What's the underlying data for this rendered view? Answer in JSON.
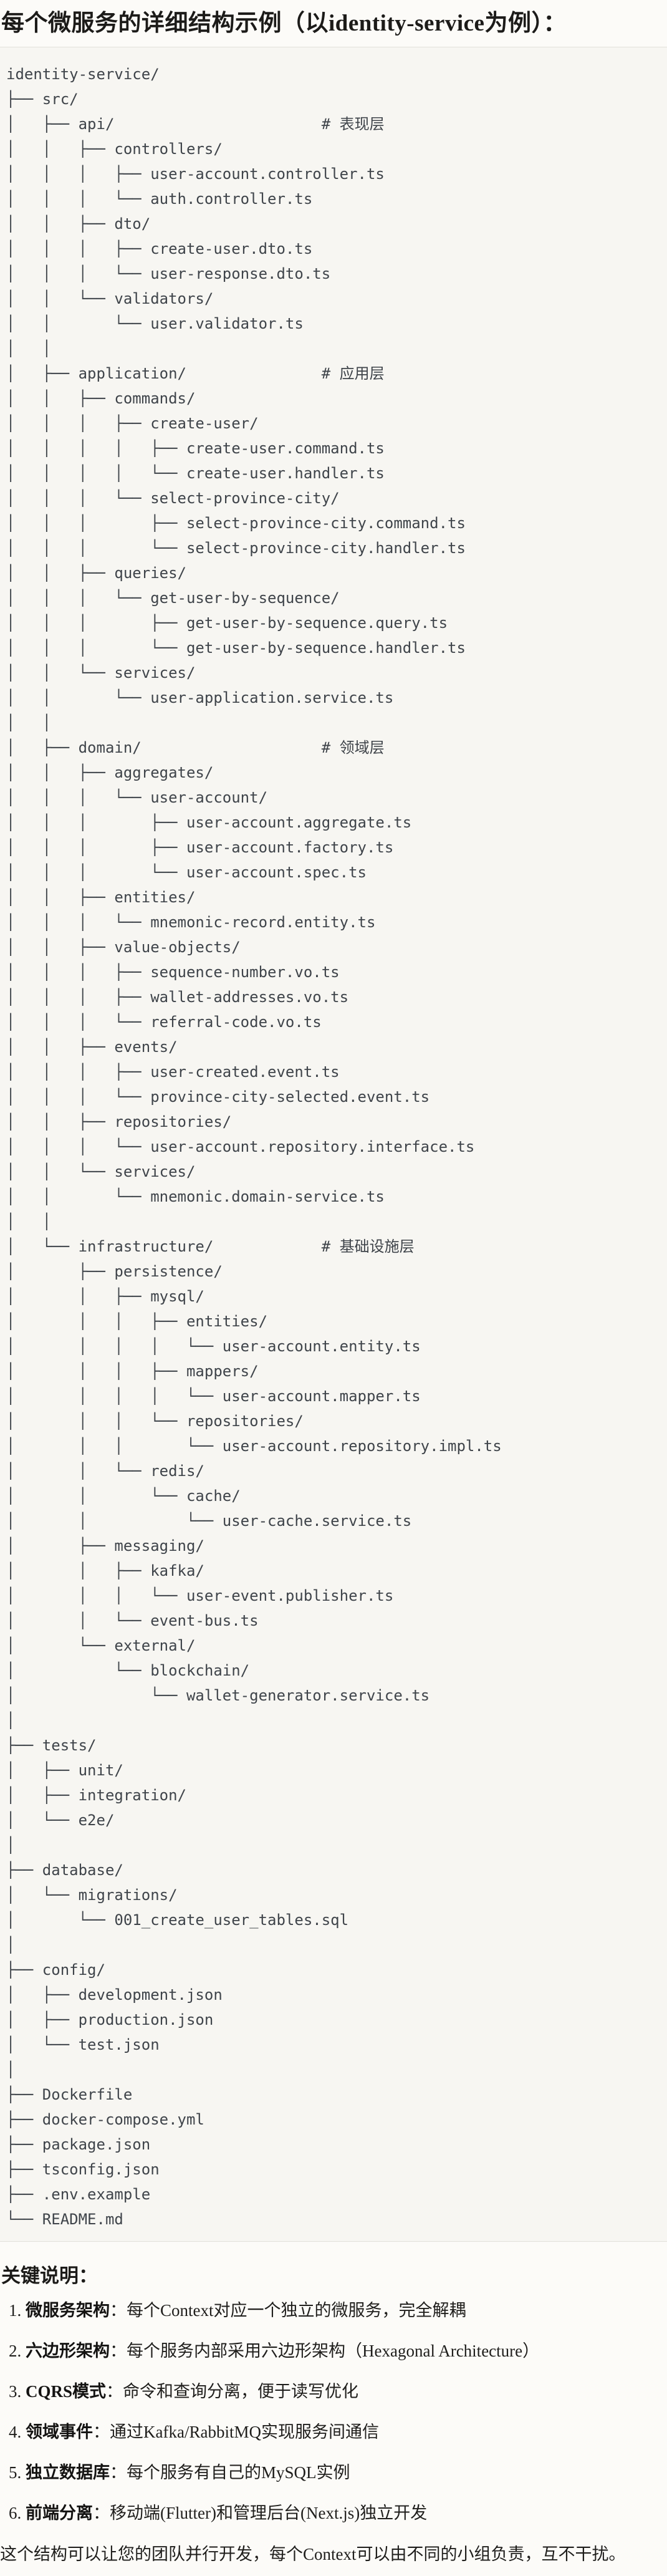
{
  "title": "每个微服务的详细结构示例（以identity-service为例）：",
  "colors": {
    "page_bg": "#FCFBF8",
    "code_block_bg": "#F7F6F2",
    "divider": "#E1E0DB",
    "tree_text": "#3F444A",
    "body_text": "#1F1E1C"
  },
  "tree": {
    "language": "plain-text directory tree",
    "layer_comments": [
      "# 表现层",
      "# 应用层",
      "# 领域层",
      "# 基础设施层"
    ],
    "lines": [
      "identity-service/",
      "├── src/",
      "│   ├── api/                       # 表现层",
      "│   │   ├── controllers/",
      "│   │   │   ├── user-account.controller.ts",
      "│   │   │   └── auth.controller.ts",
      "│   │   ├── dto/",
      "│   │   │   ├── create-user.dto.ts",
      "│   │   │   └── user-response.dto.ts",
      "│   │   └── validators/",
      "│   │       └── user.validator.ts",
      "│   │",
      "│   ├── application/               # 应用层",
      "│   │   ├── commands/",
      "│   │   │   ├── create-user/",
      "│   │   │   │   ├── create-user.command.ts",
      "│   │   │   │   └── create-user.handler.ts",
      "│   │   │   └── select-province-city/",
      "│   │   │       ├── select-province-city.command.ts",
      "│   │   │       └── select-province-city.handler.ts",
      "│   │   ├── queries/",
      "│   │   │   └── get-user-by-sequence/",
      "│   │   │       ├── get-user-by-sequence.query.ts",
      "│   │   │       └── get-user-by-sequence.handler.ts",
      "│   │   └── services/",
      "│   │       └── user-application.service.ts",
      "│   │",
      "│   ├── domain/                    # 领域层",
      "│   │   ├── aggregates/",
      "│   │   │   └── user-account/",
      "│   │   │       ├── user-account.aggregate.ts",
      "│   │   │       ├── user-account.factory.ts",
      "│   │   │       └── user-account.spec.ts",
      "│   │   ├── entities/",
      "│   │   │   └── mnemonic-record.entity.ts",
      "│   │   ├── value-objects/",
      "│   │   │   ├── sequence-number.vo.ts",
      "│   │   │   ├── wallet-addresses.vo.ts",
      "│   │   │   └── referral-code.vo.ts",
      "│   │   ├── events/",
      "│   │   │   ├── user-created.event.ts",
      "│   │   │   └── province-city-selected.event.ts",
      "│   │   ├── repositories/",
      "│   │   │   └── user-account.repository.interface.ts",
      "│   │   └── services/",
      "│   │       └── mnemonic.domain-service.ts",
      "│   │",
      "│   └── infrastructure/            # 基础设施层",
      "│       ├── persistence/",
      "│       │   ├── mysql/",
      "│       │   │   ├── entities/",
      "│       │   │   │   └── user-account.entity.ts",
      "│       │   │   ├── mappers/",
      "│       │   │   │   └── user-account.mapper.ts",
      "│       │   │   └── repositories/",
      "│       │   │       └── user-account.repository.impl.ts",
      "│       │   └── redis/",
      "│       │       └── cache/",
      "│       │           └── user-cache.service.ts",
      "│       ├── messaging/",
      "│       │   ├── kafka/",
      "│       │   │   └── user-event.publisher.ts",
      "│       │   └── event-bus.ts",
      "│       └── external/",
      "│           └── blockchain/",
      "│               └── wallet-generator.service.ts",
      "│",
      "├── tests/",
      "│   ├── unit/",
      "│   ├── integration/",
      "│   └── e2e/",
      "│",
      "├── database/",
      "│   └── migrations/",
      "│       └── 001_create_user_tables.sql",
      "│",
      "├── config/",
      "│   ├── development.json",
      "│   ├── production.json",
      "│   └── test.json",
      "│",
      "├── Dockerfile",
      "├── docker-compose.yml",
      "├── package.json",
      "├── tsconfig.json",
      "├── .env.example",
      "└── README.md"
    ]
  },
  "notes": {
    "heading": "关键说明：",
    "items": [
      {
        "num": "1.",
        "term": "微服务架构",
        "text": "：每个Context对应一个独立的微服务，完全解耦"
      },
      {
        "num": "2.",
        "term": "六边形架构",
        "text": "：每个服务内部采用六边形架构（Hexagonal Architecture）"
      },
      {
        "num": "3.",
        "term": "CQRS模式",
        "text": "：命令和查询分离，便于读写优化"
      },
      {
        "num": "4.",
        "term": "领域事件",
        "text": "：通过Kafka/RabbitMQ实现服务间通信"
      },
      {
        "num": "5.",
        "term": "独立数据库",
        "text": "：每个服务有自己的MySQL实例"
      },
      {
        "num": "6.",
        "term": "前端分离",
        "text": "：移动端(Flutter)和管理后台(Next.js)独立开发"
      }
    ]
  },
  "closing": "这个结构可以让您的团队并行开发，每个Context可以由不同的小组负责，互不干扰。"
}
